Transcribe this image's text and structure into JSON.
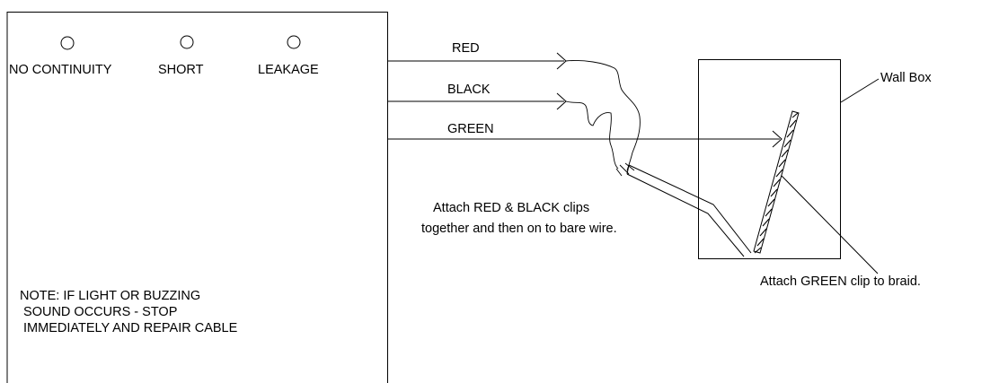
{
  "tester": {
    "indicators": [
      {
        "label": "NO CONTINUITY"
      },
      {
        "label": "SHORT"
      },
      {
        "label": "LEAKAGE"
      }
    ],
    "note_lines": [
      "NOTE: IF LIGHT OR BUZZING",
      " SOUND OCCURS - STOP",
      " IMMEDIATELY AND REPAIR CABLE"
    ]
  },
  "leads": {
    "red": "RED",
    "black": "BLACK",
    "green": "GREEN"
  },
  "wall_box": {
    "label": "Wall Box"
  },
  "instructions": {
    "clips_line1": "Attach RED & BLACK clips",
    "clips_line2": "together and then on to bare wire.",
    "green_clip": "Attach GREEN clip to braid."
  }
}
